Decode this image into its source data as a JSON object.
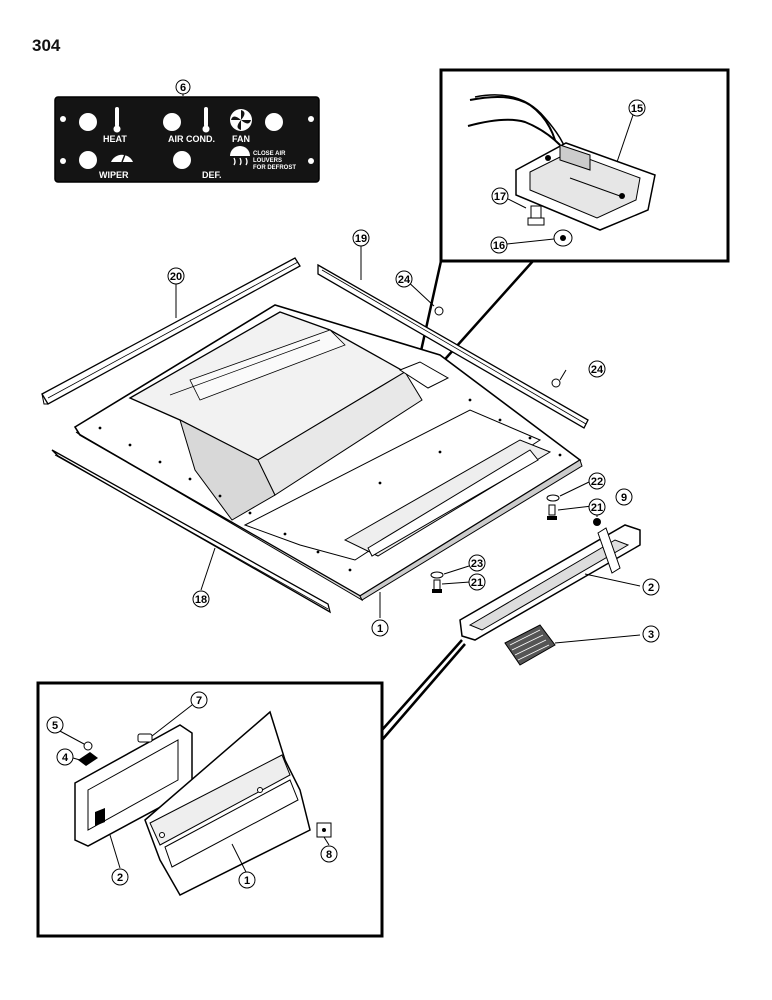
{
  "page_number": "304",
  "control_plate": {
    "labels": {
      "heat": "HEAT",
      "air_cond": "AIR COND.",
      "fan": "FAN",
      "wiper": "WIPER",
      "def": "DEF.",
      "close_air_1": "CLOSE AIR",
      "close_air_2": "LOUVERS",
      "close_air_3": "FOR DEFROST"
    }
  },
  "callouts": {
    "c1_main": "1",
    "c2_main": "2",
    "c3": "3",
    "c6": "6",
    "c9": "9",
    "c15": "15",
    "c16": "16",
    "c17": "17",
    "c18": "18",
    "c19": "19",
    "c20": "20",
    "c21_a": "21",
    "c21_b": "21",
    "c22": "22",
    "c23": "23",
    "c24_a": "24",
    "c24_b": "24",
    "c4": "4",
    "c5": "5",
    "c7": "7",
    "c8": "8",
    "c1_inset": "1",
    "c2_inset": "2"
  }
}
